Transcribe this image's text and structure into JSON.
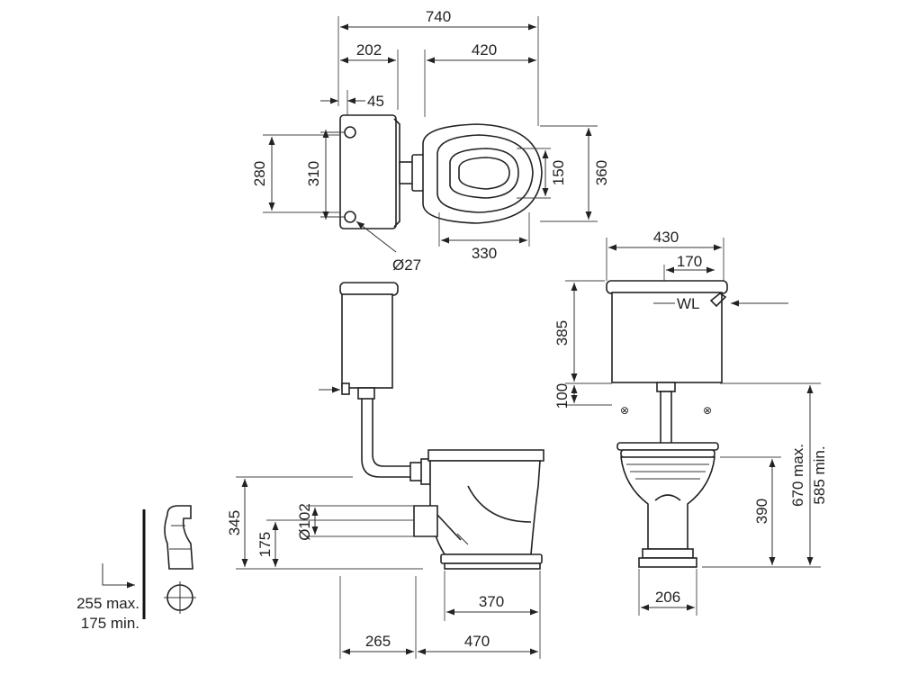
{
  "dimensions": {
    "overall_width": "740",
    "cistern_depth": "202",
    "pan_length": "420",
    "wall_offset": "45",
    "cistern_width_outer": "280",
    "cistern_width_fixing": "310",
    "seat_width_inner": "150",
    "pan_width": "360",
    "fixing_hole": "Ø27",
    "pan_span": "330",
    "front_cistern_width": "430",
    "front_cistern_inner": "170",
    "water_level": "WL",
    "cistern_height": "385",
    "cistern_gap": "100",
    "pan_height": "390",
    "max_height": "670 max.",
    "min_height": "585 min.",
    "pan_base_width": "206",
    "outlet_height": "345",
    "outlet_center": "175",
    "outlet_diameter": "Ø102",
    "base_length": "370",
    "wall_to_base": "265",
    "base_to_front": "470",
    "pipe_max": "255 max.",
    "pipe_min": "175 min."
  }
}
